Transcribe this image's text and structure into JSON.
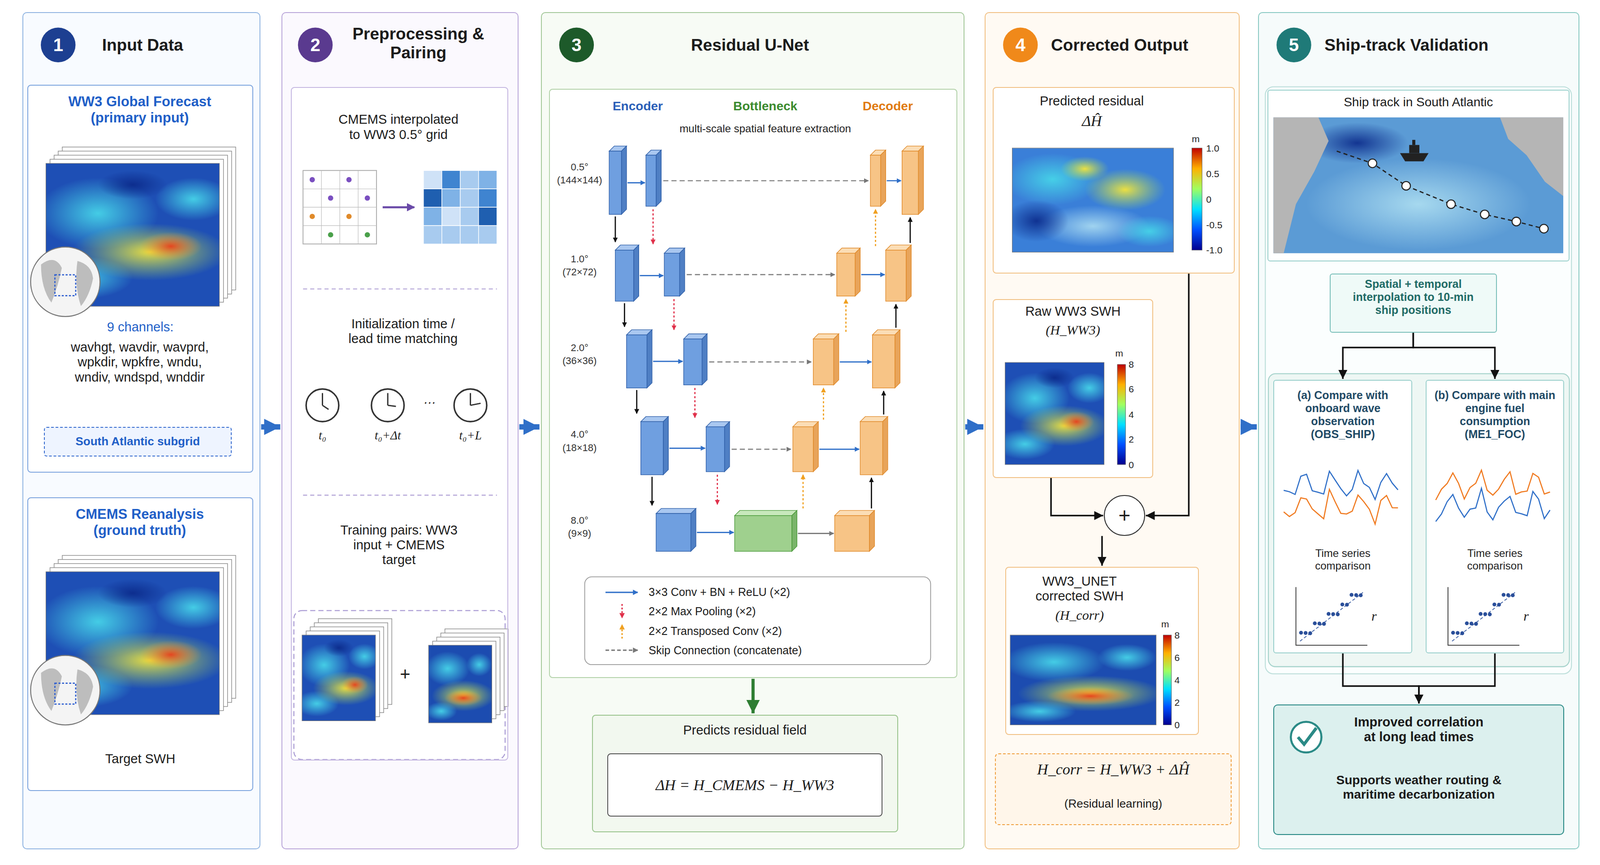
{
  "diagram": {
    "nodes": [
      {
        "text": [
          "Input Data"
        ]
      },
      {
        "text": [
          "1"
        ],
        "in": 0
      },
      {
        "text": [
          "WW3 Global Forecast (primary input)",
          "9 channels:",
          "wavhgt, wavdir, wavprd, wpkdir, wpkfre, wndu, wndiv, wndspd, wnddir"
        ],
        "in": 0
      },
      {
        "text": [
          "South Atlantic subgrid"
        ],
        "in": 2
      },
      {
        "text": [
          "CMEMS Reanalysis (ground truth)",
          "Target SWH"
        ],
        "in": 0
      },
      {
        "text": [
          "Preprocessing & Pairing"
        ]
      },
      {
        "text": [
          "2"
        ],
        "in": 5
      },
      {
        "text": [
          "CMEMS interpolated to WW3 0.5° grid",
          "Initialization time / lead time matching",
          "Training pairs: WW3 input + CMEMS target"
        ],
        "in": 5
      },
      {
        "text": [
          "Residual U-Net"
        ]
      },
      {
        "text": [
          "3"
        ],
        "in": 8
      },
      {
        "text": [
          "Encoder",
          "Bottleneck",
          "Decoder",
          "multi-scale spatial feature extraction"
        ],
        "in": 8
      },
      {
        "text": [
          "Predicts residual field"
        ],
        "in": 8
      },
      {
        "text": [
          "ΔH = H_CMEMS − H_WW3"
        ],
        "in": 11
      },
      {
        "text": [
          "Corrected Output"
        ]
      },
      {
        "text": [
          "4"
        ],
        "in": 13
      },
      {
        "text": [
          "Predicted residual",
          "ΔĤ"
        ],
        "in": 13
      },
      {
        "text": [
          "Raw WW3 SWH",
          "(H_WW3)"
        ],
        "in": 13
      },
      {
        "text": [
          "+"
        ],
        "in": 13
      },
      {
        "text": [
          "WW3_UNET corrected SWH",
          "(H_corr)"
        ],
        "in": 13
      },
      {
        "text": [
          "H_corr = H_WW3 + ΔĤ",
          "(Residual learning)"
        ],
        "in": 13
      },
      {
        "text": [
          "Ship-track Validation"
        ]
      },
      {
        "text": [
          "5"
        ],
        "in": 20
      },
      {
        "text": [
          "Ship track in South Atlantic"
        ],
        "in": 20
      },
      {
        "text": [
          "Spatial + temporal interpolation to 10-min ship positions"
        ],
        "in": 20
      },
      {
        "text": [
          "(a) Compare with onboard wave observation (OBS_SHIP)",
          "Time series comparison"
        ],
        "in": 20
      },
      {
        "text": [
          "(b) Compare with main engine fuel consumption (ME1_FOC)",
          "Time series comparison"
        ],
        "in": 20
      },
      {
        "text": [
          "Improved correlation at long lead times",
          "Supports weather routing & maritime decarbonization"
        ],
        "in": 20
      }
    ],
    "edges": [
      {
        "from": 0,
        "to": 5,
        "arrow": "to"
      },
      {
        "from": 5,
        "to": 8,
        "arrow": "to"
      },
      {
        "from": 8,
        "to": 13,
        "arrow": "to"
      },
      {
        "from": 13,
        "to": 20,
        "arrow": "to"
      },
      {
        "from": 10,
        "to": 11,
        "arrow": "to"
      },
      {
        "from": 15,
        "to": 17,
        "arrow": "to"
      },
      {
        "from": 16,
        "to": 17,
        "arrow": "to"
      },
      {
        "from": 17,
        "to": 18,
        "arrow": "to"
      },
      {
        "from": 23,
        "to": 24,
        "arrow": "to"
      },
      {
        "from": 23,
        "to": 25,
        "arrow": "to"
      },
      {
        "from": 24,
        "to": 26,
        "arrow": "to"
      },
      {
        "from": 25,
        "to": 26,
        "arrow": "to"
      }
    ],
    "labels": [
      "0.5°",
      "(144×144)",
      "1.0°",
      "(72×72)",
      "2.0°",
      "(36×36)",
      "4.0°",
      "(18×18)",
      "8.0°",
      "(9×9)",
      "t₀",
      "t₀+Δt",
      "⋯",
      "t₀+L",
      "+",
      "m",
      "1.0",
      "0.5",
      "0",
      "-0.5",
      "-1.0",
      "m",
      "8",
      "6",
      "4",
      "2",
      "0",
      "m",
      "8",
      "6",
      "4",
      "2",
      "0",
      "r",
      "r"
    ],
    "legend": [
      {
        "text": "3×3 Conv + BN + ReLU (×2)"
      },
      {
        "text": "2×2 Max Pooling (×2)"
      },
      {
        "text": "2×2 Transposed Conv (×2)"
      },
      {
        "text": "Skip Connection (concatenate)"
      }
    ]
  }
}
